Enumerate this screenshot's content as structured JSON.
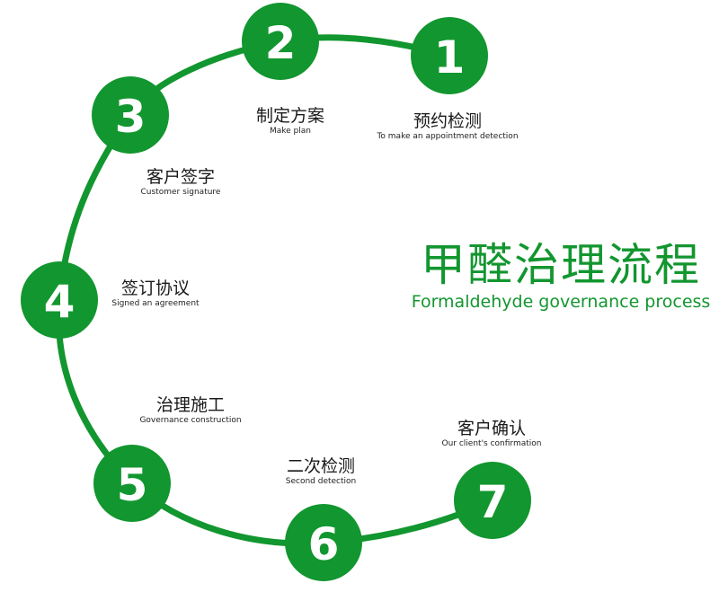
{
  "title": {
    "cn": "甲醛治理流程",
    "en": "Formaldehyde governance process"
  },
  "colors": {
    "accent": "#12962f",
    "text": "#1a1a1a",
    "background": "#ffffff"
  },
  "steps": [
    {
      "num": "1",
      "cn": "预约检测",
      "en": "To make an appointment detection"
    },
    {
      "num": "2",
      "cn": "制定方案",
      "en": "Make plan"
    },
    {
      "num": "3",
      "cn": "客户签字",
      "en": "Customer signature"
    },
    {
      "num": "4",
      "cn": "签订协议",
      "en": "Signed an agreement"
    },
    {
      "num": "5",
      "cn": "治理施工",
      "en": "Governance construction"
    },
    {
      "num": "6",
      "cn": "二次检测",
      "en": "Second detection"
    },
    {
      "num": "7",
      "cn": "客户确认",
      "en": "Our client's confirmation"
    }
  ]
}
